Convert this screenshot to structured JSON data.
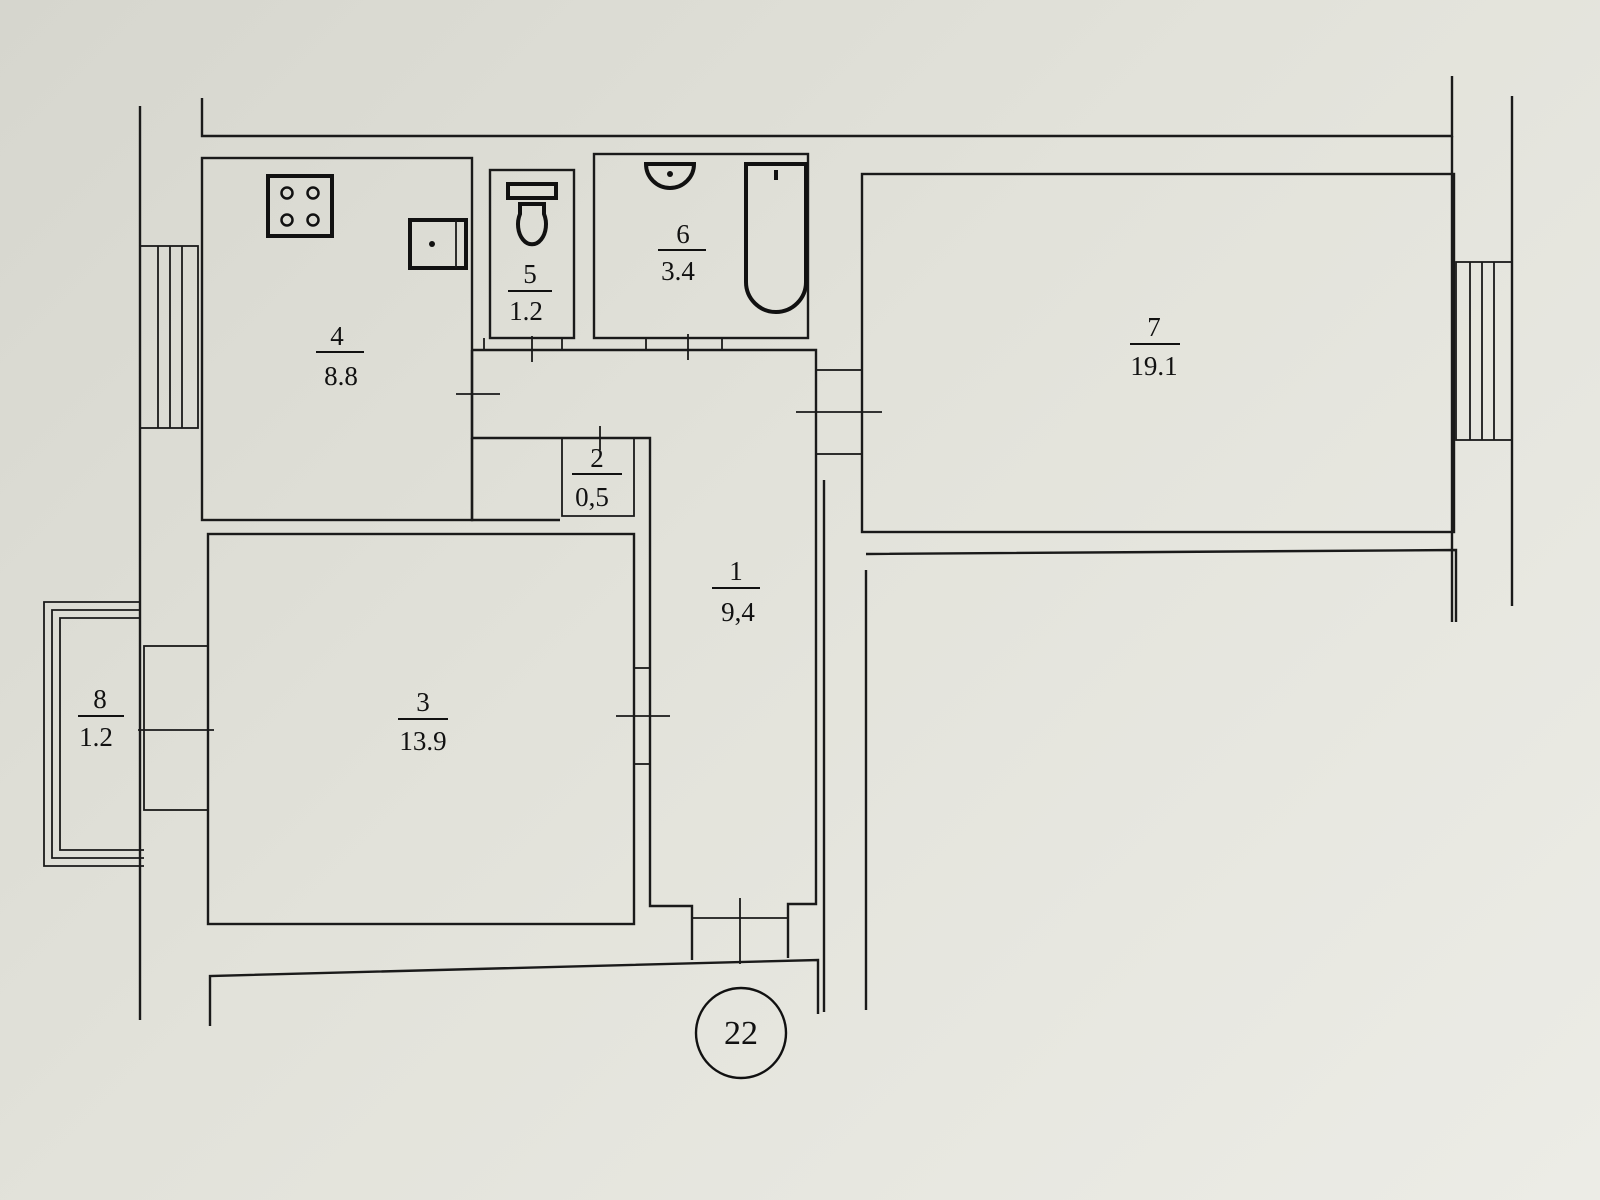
{
  "plan": {
    "rooms": [
      {
        "id": "room-1",
        "number": "1",
        "area": "9,4"
      },
      {
        "id": "room-2",
        "number": "2",
        "area": "0,5"
      },
      {
        "id": "room-3",
        "number": "3",
        "area": "13.9"
      },
      {
        "id": "room-4",
        "number": "4",
        "area": "8.8"
      },
      {
        "id": "room-5",
        "number": "5",
        "area": "1.2"
      },
      {
        "id": "room-6",
        "number": "6",
        "area": "3.4"
      },
      {
        "id": "room-7",
        "number": "7",
        "area": "19.1"
      },
      {
        "id": "room-8",
        "number": "8",
        "area": "1.2"
      }
    ],
    "apartment_number": "22",
    "fixtures": [
      "stove-icon",
      "sink-icon",
      "toilet-icon",
      "washbasin-icon",
      "bathtub-icon"
    ]
  }
}
